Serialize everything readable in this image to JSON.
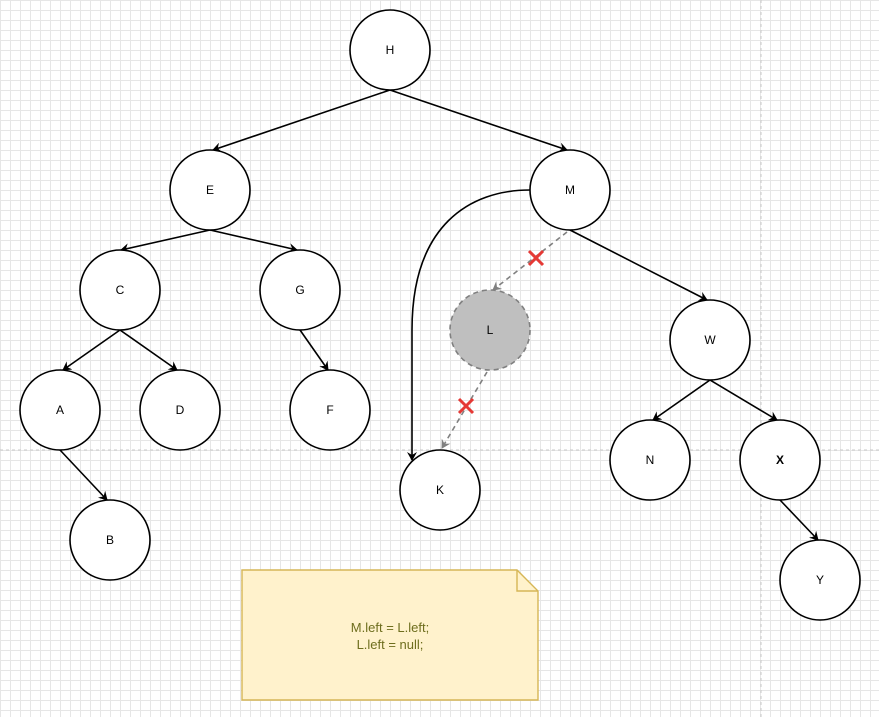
{
  "nodes": {
    "H": "H",
    "E": "E",
    "M": "M",
    "C": "C",
    "G": "G",
    "L": "L",
    "W": "W",
    "A": "A",
    "D": "D",
    "F": "F",
    "N": "N",
    "X": "X",
    "K": "K",
    "B": "B",
    "Y": "Y"
  },
  "removed_node": "L",
  "note": {
    "line1": "M.left = L.left;",
    "line2": "L.left = null;"
  },
  "colors": {
    "edge": "#000000",
    "dashed_edge": "#808080",
    "removed_fill": "#bfbfbf",
    "cross_mark": "#e53935",
    "note_fill": "#fff2cc",
    "note_stroke": "#d6b656"
  }
}
